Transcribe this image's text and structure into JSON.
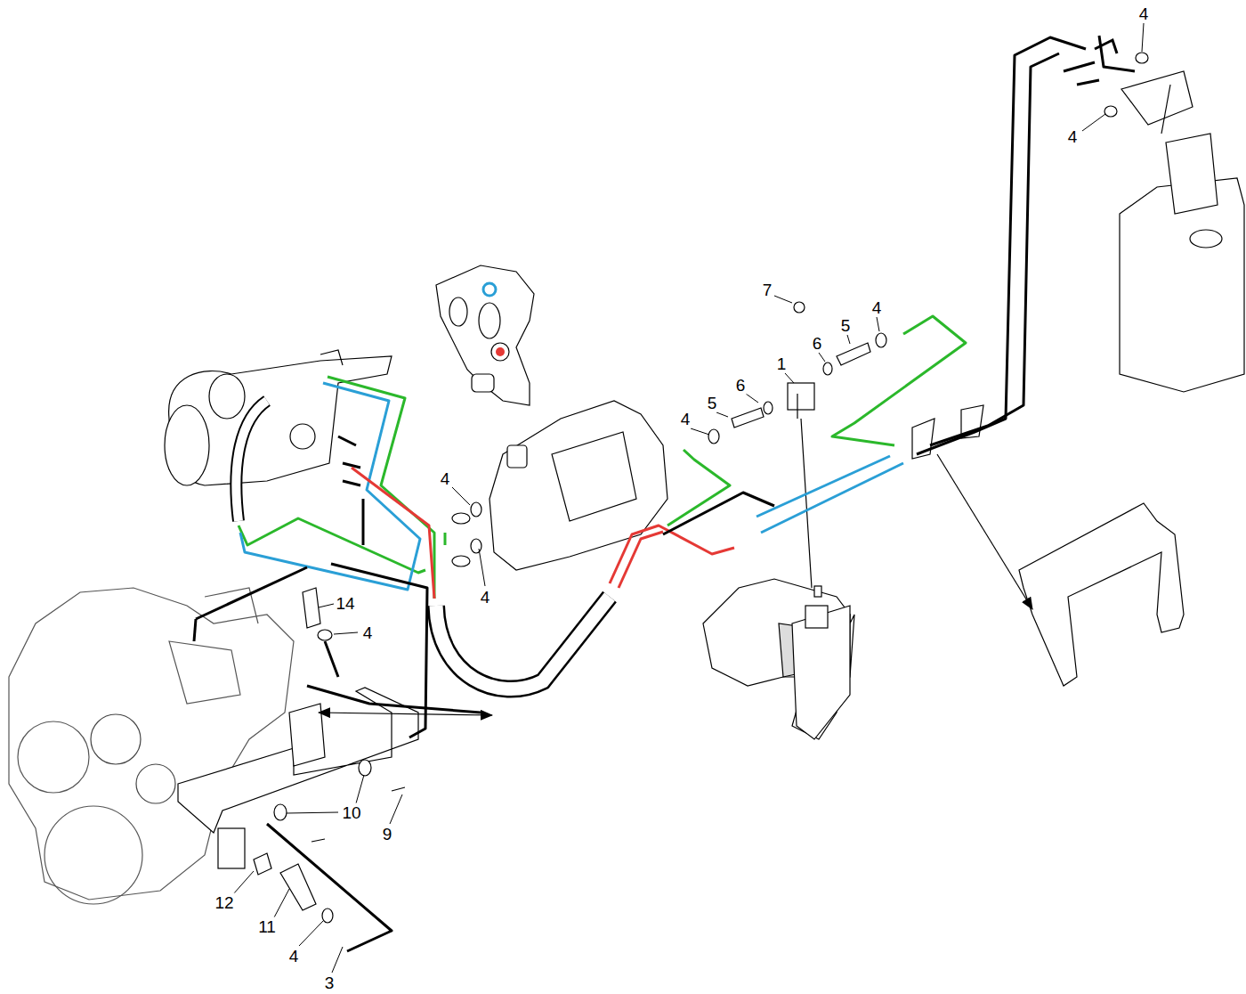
{
  "diagram": {
    "labels": [
      "4",
      "4",
      "7",
      "4",
      "5",
      "6",
      "1",
      "6",
      "5",
      "4",
      "4",
      "4",
      "14",
      "4",
      "10",
      "9",
      "12",
      "11",
      "4",
      "3"
    ]
  }
}
